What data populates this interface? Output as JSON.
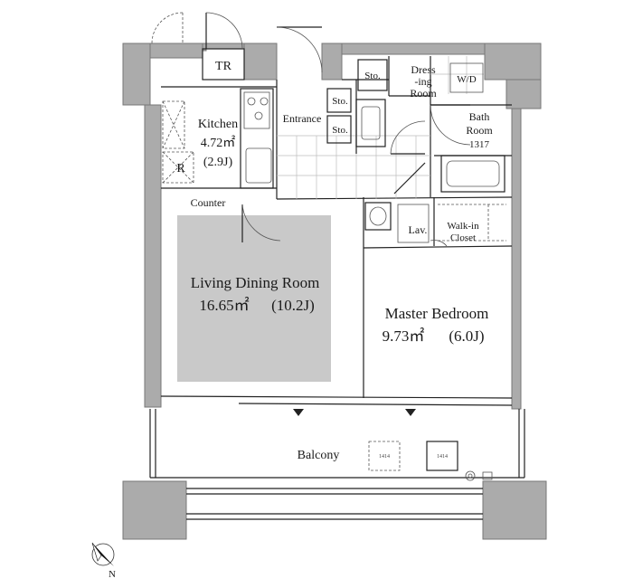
{
  "rooms": {
    "tr": "TR",
    "kitchen": {
      "name": "Kitchen",
      "area": "4.72㎡",
      "jo": "(2.9J)"
    },
    "refrigerator": "R",
    "counter": "Counter",
    "entrance": "Entrance",
    "storage_1": "Sto.",
    "storage_2": "Sto.",
    "storage_3": "Sto.",
    "dressing_room": {
      "line1": "Dress",
      "line2": "-ing",
      "line3": "Room"
    },
    "washer": "W/D",
    "bath_room": {
      "line1": "Bath",
      "line2": "Room",
      "size": "1317"
    },
    "lavatory": "Lav.",
    "walk_in_closet": {
      "line1": "Walk-in",
      "line2": "Closet"
    },
    "living_dining": {
      "name": "Living Dining Room",
      "area": "16.65㎡",
      "jo": "(10.2J)"
    },
    "master_bedroom": {
      "name": "Master Bedroom",
      "area": "9.73㎡",
      "jo": "(6.0J)"
    },
    "balcony": "Balcony",
    "balcony_panel_1": "1414",
    "balcony_panel_2": "1414"
  },
  "compass": {
    "label": "N"
  },
  "colors": {
    "living_floor": "#c9c9c9",
    "wall": "#ababab"
  }
}
